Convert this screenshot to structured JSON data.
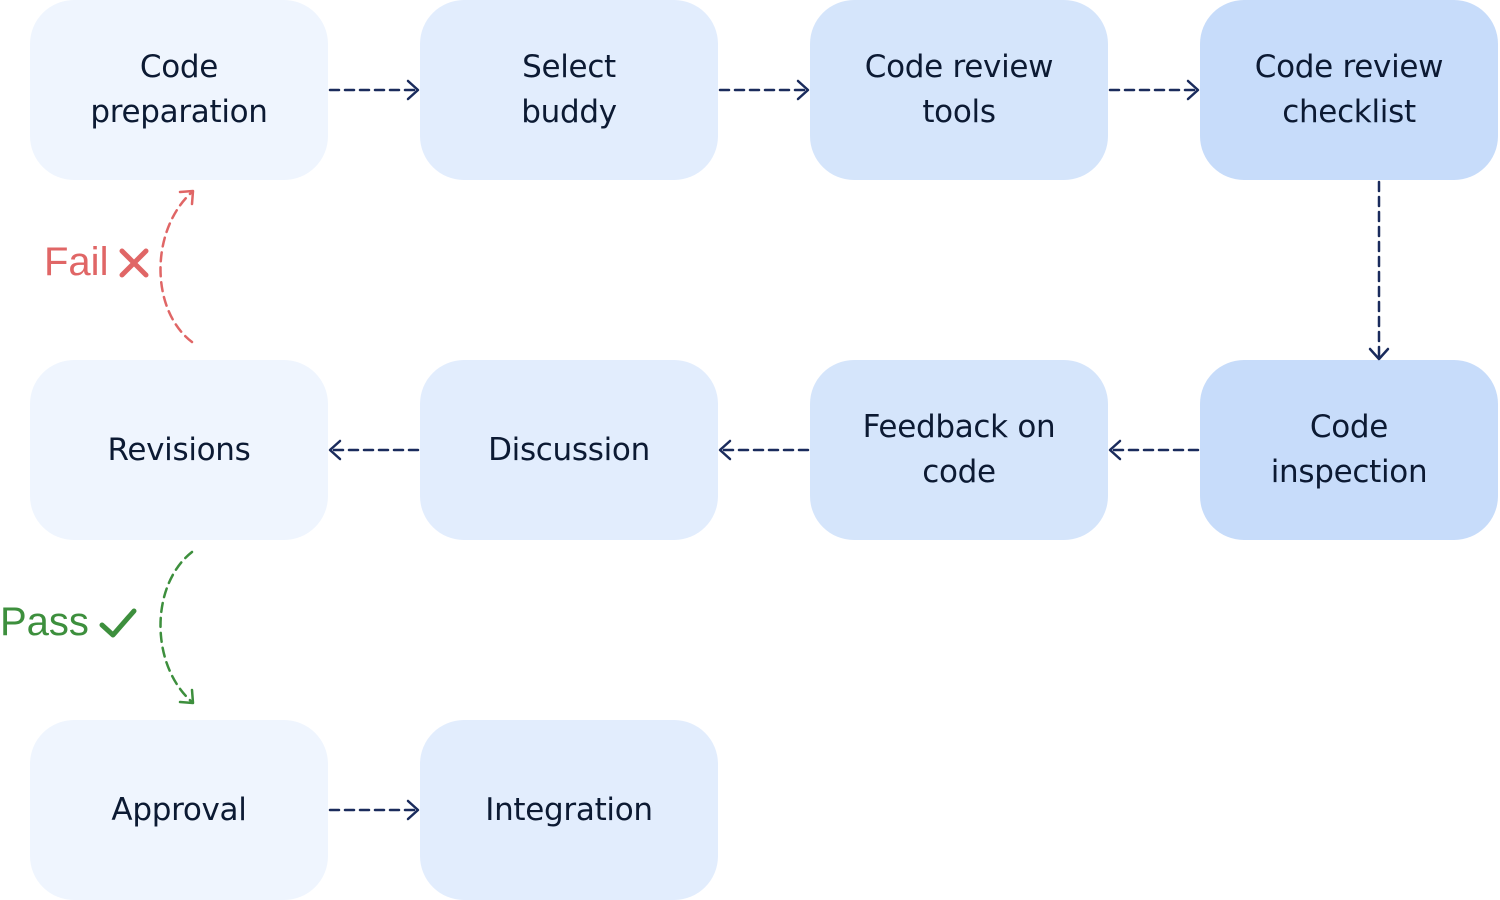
{
  "nodes": {
    "code_preparation": "Code\npreparation",
    "select_buddy": "Select\nbuddy",
    "code_review_tools": "Code review\ntools",
    "code_review_checklist": "Code review\nchecklist",
    "code_inspection": "Code\ninspection",
    "feedback_on_code": "Feedback on\ncode",
    "discussion": "Discussion",
    "revisions": "Revisions",
    "approval": "Approval",
    "integration": "Integration"
  },
  "labels": {
    "fail": "Fail",
    "pass": "Pass"
  },
  "colors": {
    "arrow": "#1a2b5c",
    "fail": "#e06666",
    "pass": "#3d8f3d",
    "text": "#0c1a33"
  }
}
